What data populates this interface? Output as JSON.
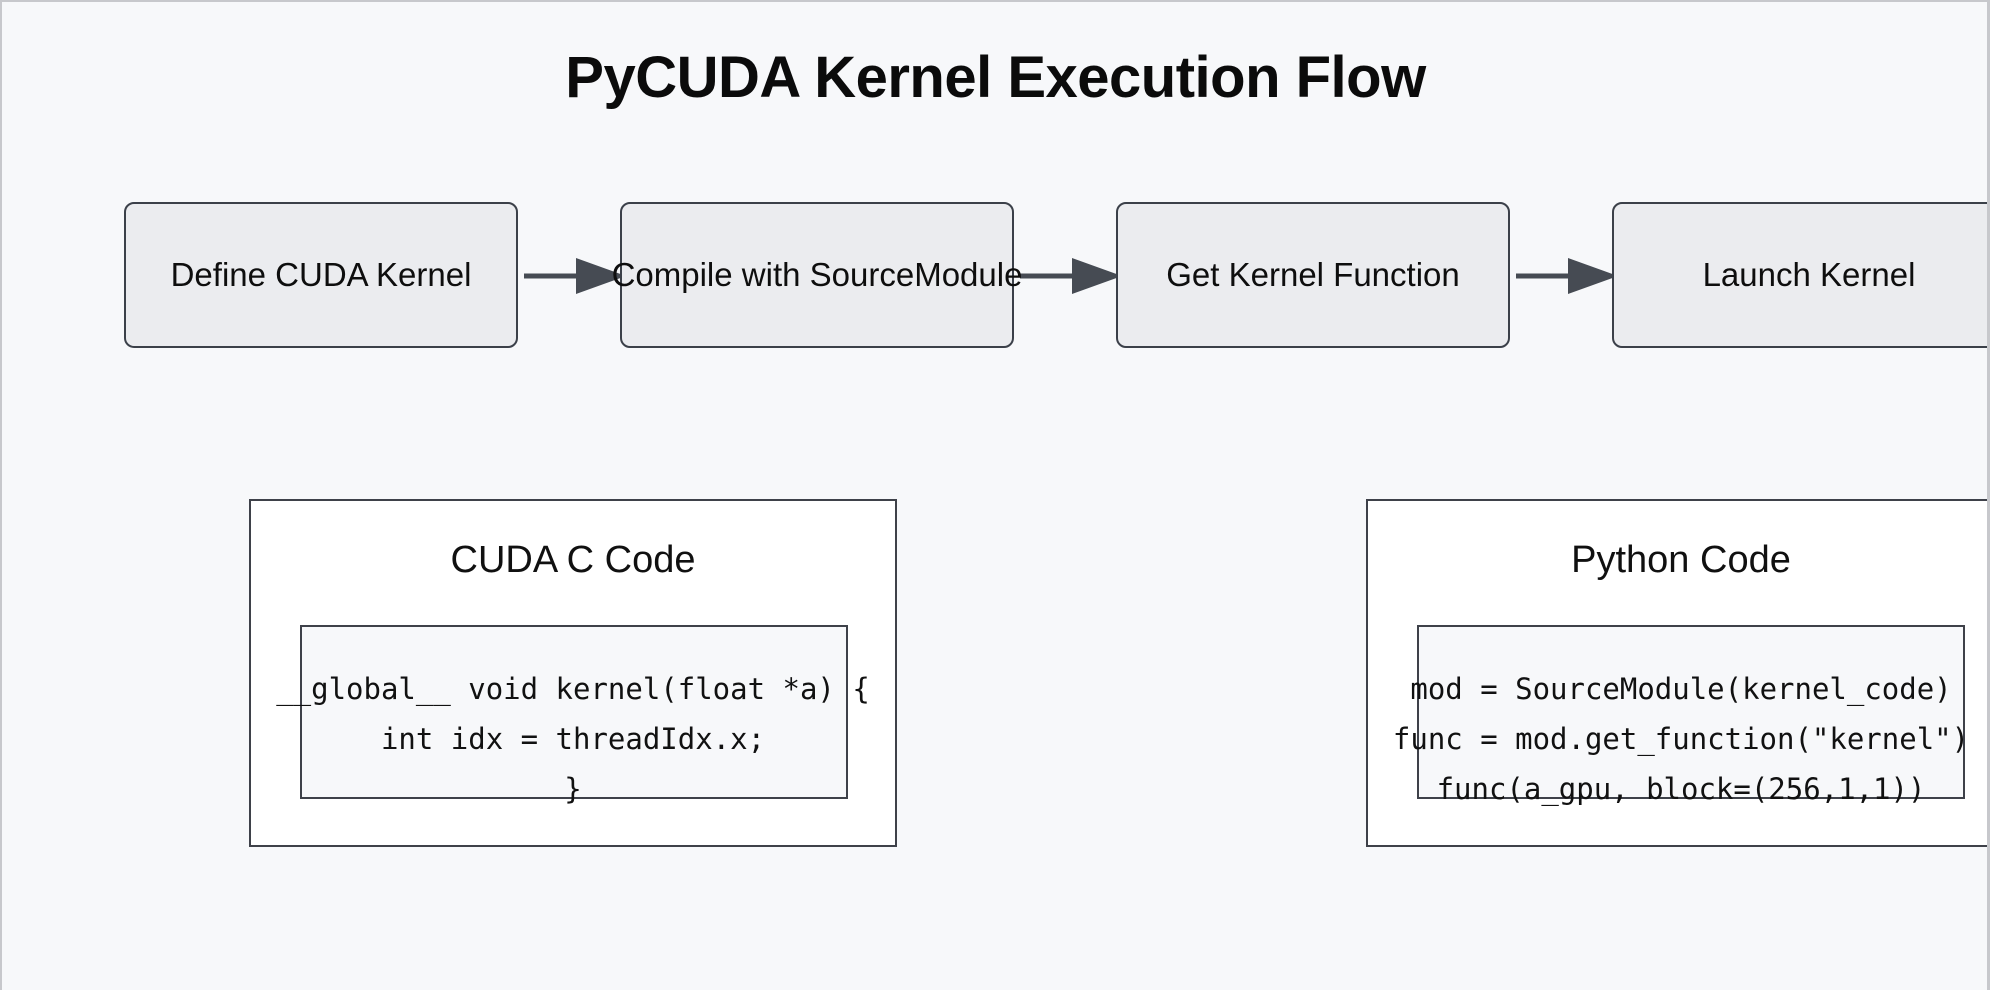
{
  "diagram": {
    "title": "PyCUDA Kernel Execution Flow",
    "steps": [
      {
        "label": "Define CUDA Kernel"
      },
      {
        "label": "Compile with SourceModule"
      },
      {
        "label": "Get Kernel Function"
      },
      {
        "label": "Launch Kernel"
      }
    ],
    "panels": {
      "cuda": {
        "title": "CUDA C Code",
        "lines": [
          "__global__ void kernel(float *a) {",
          "int idx = threadIdx.x;",
          "}"
        ]
      },
      "python": {
        "title": "Python Code",
        "lines": [
          "mod = SourceModule(kernel_code)",
          "func = mod.get_function(\"kernel\")",
          "func(a_gpu, block=(256,1,1))"
        ]
      }
    },
    "colors": {
      "background": "#f7f8fa",
      "step_fill": "#ebecef",
      "stroke": "#3b4049",
      "arrow": "#464b53"
    }
  }
}
